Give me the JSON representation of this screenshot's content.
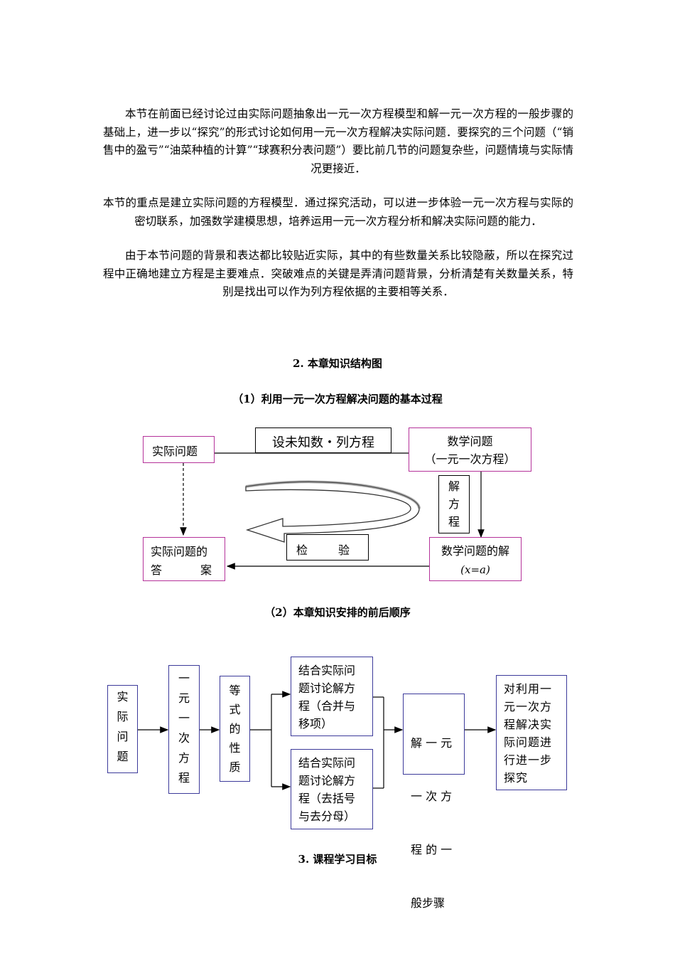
{
  "paragraphs": [
    "本节在前面已经讨论过由实际问题抽象出一元一次方程模型和解一元一次方程的一般步骤的基础上，进一步以“探究”的形式讨论如何用一元一次方程解决实际问题．要探究的三个问题（“销售中的盈亏”“油菜种植的计算”“球赛积分表问题”）要比前几节的问题复杂些，问题情境与实际情况更接近．",
    "本节的重点是建立实际问题的方程模型．通过探究活动，可以进一步体验一元一次方程与实际的密切联系，加强数学建模思想，培养运用一元一次方程分析和解决实际问题的能力．",
    "由于本节问题的背景和表达都比较贴近实际，其中的有些数量关系比较隐蔽，所以在探究过程中正确地建立方程是主要难点．突破难点的关键是弄清问题背景，分析清楚有关数量关系，特别是找出可以作为列方程依据的主要相等关系．"
  ],
  "section2_title": "2. 本章知识结构图",
  "diagram1": {
    "title": "（1）利用一元一次方程解决问题的基本过程",
    "real_problem": "实际问题",
    "set_unknown": "设未知数・列方程",
    "math_problem_line1": "数学问题",
    "math_problem_line2": "（一元一次方程）",
    "solve_c1": "解",
    "solve_c2": "方",
    "solve_c3": "程",
    "math_solution_line1": "数学问题的解",
    "math_solution_line2": "(x=a)",
    "check_c1": "检",
    "check_c2": "验",
    "answer_line1": "实际问题的",
    "answer_c1": "答",
    "answer_c2": "案"
  },
  "diagram2": {
    "title": "（2）本章知识安排的前后顺序",
    "b1": [
      "实",
      "际",
      "问",
      "题"
    ],
    "b2": [
      "一",
      "元",
      "一",
      "次",
      "方",
      "程"
    ],
    "b3": [
      "等",
      "式",
      "的",
      "性",
      "质"
    ],
    "b4": [
      "结合实际问",
      "题讨论解方",
      "程（合并与",
      "移项）"
    ],
    "b5": [
      "结合实际问",
      "题讨论解方",
      "程（去括号",
      "与去分母）"
    ],
    "b6": [
      "解 一 元",
      "一 次 方",
      "程 的 一",
      "般步骤"
    ],
    "b7": [
      "对利用一",
      "元一次方",
      "程解决实",
      "际问题进",
      "行进一步",
      "探究"
    ]
  },
  "section3_title": "3. 课程学习目标"
}
